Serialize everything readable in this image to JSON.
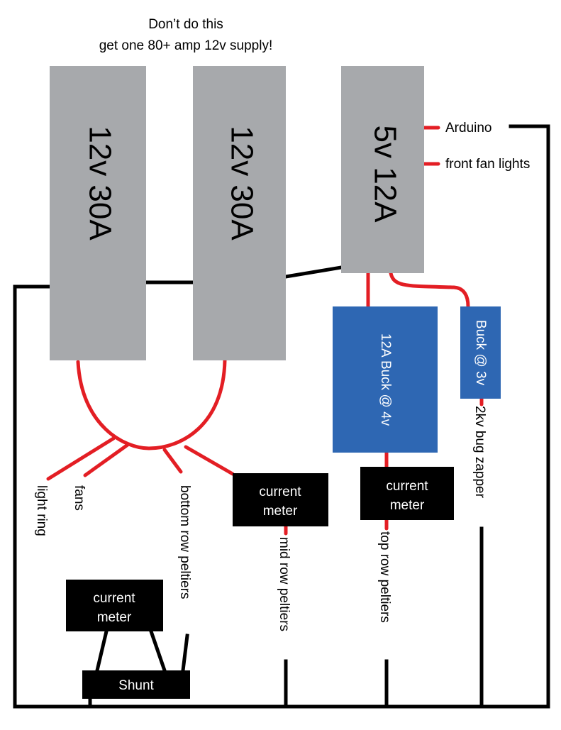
{
  "header": {
    "line1": "Don’t do this",
    "line2": "get one 80+ amp 12v supply!"
  },
  "supplies": {
    "psu1": "12v 30A",
    "psu2": "12v 30A",
    "psu3": "5v 12A"
  },
  "modules": {
    "buck12": "12A Buck @ 4v",
    "buck3": "Buck @ 3v",
    "meter_top_line1": "current",
    "meter_top_line2": "meter",
    "meter_mid_line1": "current",
    "meter_mid_line2": "meter",
    "meter_shunt_line1": "current",
    "meter_shunt_line2": "meter",
    "shunt": "Shunt"
  },
  "labels": {
    "arduino": "Arduino",
    "front_fan_lights": "front fan lights",
    "light_ring": "light ring",
    "fans": "fans",
    "bottom_row": "bottom row peltiers",
    "mid_row": "mid row peltiers",
    "top_row": "top row peltiers",
    "bug_zapper": "2kv bug zapper"
  },
  "colors": {
    "psu": "#a7a9ac",
    "buck": "#2e67b3",
    "meter": "#000000",
    "wire_positive": "#e31e24",
    "wire_ground": "#000000"
  }
}
